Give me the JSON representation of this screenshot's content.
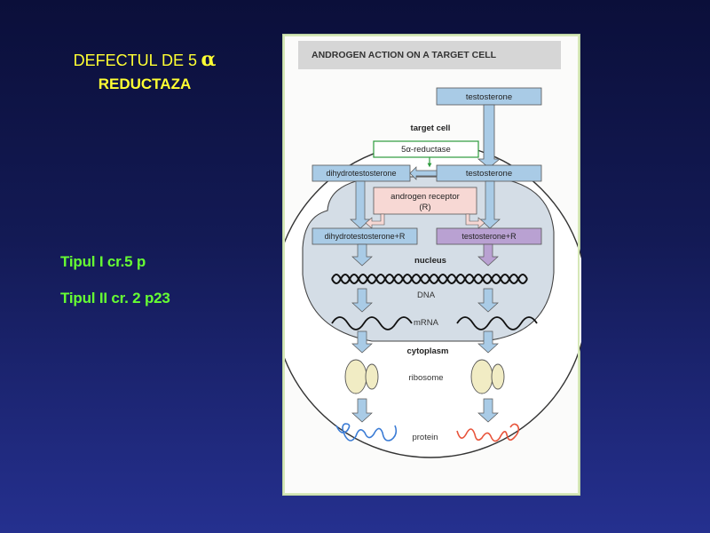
{
  "slide": {
    "title_line1": "DEFECTUL DE 5",
    "title_alpha": "α",
    "title_line2": "REDUCTAZA",
    "bullets": [
      "Tipul I cr.5 p",
      "Tipul II cr. 2 p23"
    ]
  },
  "figure": {
    "header": "ANDROGEN ACTION ON A TARGET CELL",
    "labels": {
      "testosterone_outside": "testosterone",
      "target_cell": "target cell",
      "reductase": "5α-reductase",
      "dihydrotestosterone": "dihydrotestosterone",
      "testosterone_inside": "testosterone",
      "androgen_receptor_1": "androgen receptor",
      "androgen_receptor_2": "(R)",
      "dht_r": "dihydrotestosterone+R",
      "t_r": "testosterone+R",
      "nucleus": "nucleus",
      "dna": "DNA",
      "mrna": "mRNA",
      "cytoplasm": "cytoplasm",
      "ribosome": "ribosome",
      "protein": "protein"
    },
    "colors": {
      "blue_box": "#a9cbe6",
      "green_box": "#2d9b3d",
      "receptor_box": "#f7d8d4",
      "purple_box": "#b9a1d2",
      "nucleus_fill": "#d4dde6",
      "arrow_blue": "#a9cbe6",
      "protein_blue": "#3a7bd5",
      "protein_red": "#e8533a"
    }
  }
}
